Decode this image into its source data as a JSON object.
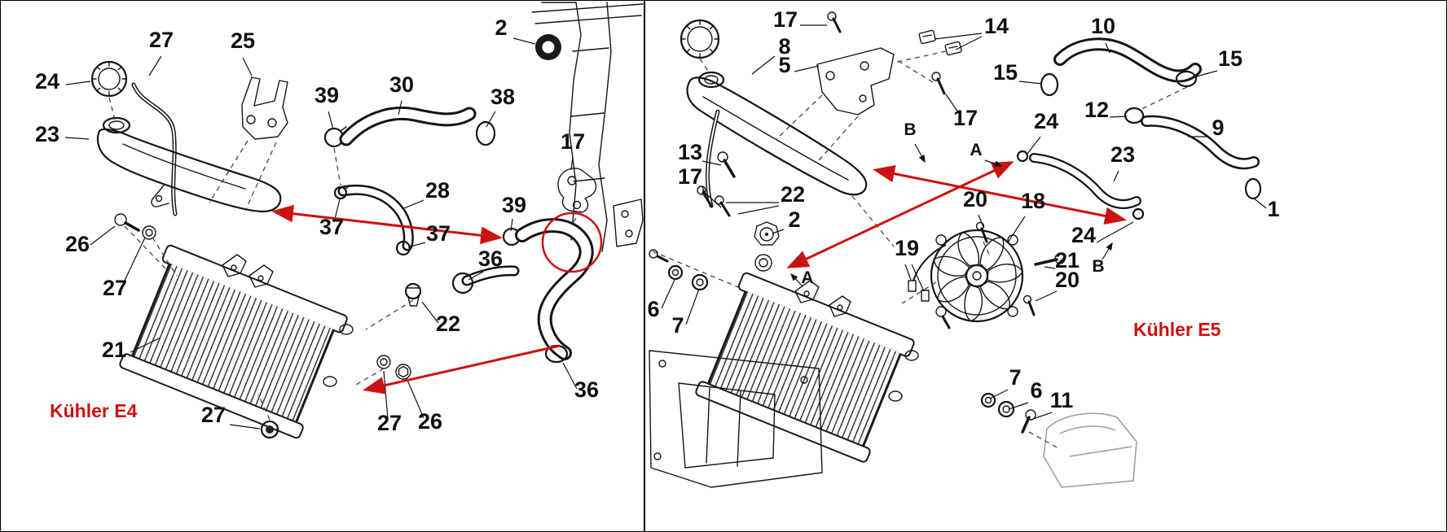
{
  "colors": {
    "accent_red": "#cc1111",
    "ink": "#151515",
    "background": "#ffffff"
  },
  "left_panel": {
    "title": "Kühler E4",
    "callouts": [
      "24",
      "27",
      "25",
      "39",
      "30",
      "38",
      "2",
      "23",
      "17",
      "28",
      "37",
      "37",
      "39",
      "26",
      "27",
      "36",
      "22",
      "21",
      "36",
      "27",
      "27",
      "26"
    ]
  },
  "right_panel": {
    "title": "Kühler E5",
    "callouts": [
      "17",
      "14",
      "10",
      "8",
      "5",
      "15",
      "15",
      "17",
      "12",
      "9",
      "24",
      "13",
      "23",
      "17",
      "22",
      "2",
      "20",
      "18",
      "24",
      "21",
      "20",
      "19",
      "1",
      "6",
      "7",
      "7",
      "6",
      "11"
    ],
    "markers": [
      "A",
      "B",
      "A",
      "B"
    ]
  }
}
